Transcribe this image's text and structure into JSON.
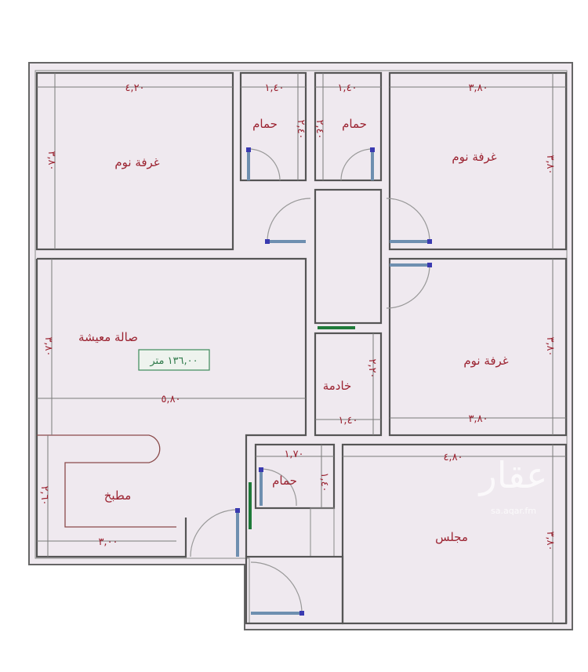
{
  "plan": {
    "total_area": "١٣٦,٠٠ متر",
    "rooms": {
      "bedroom_top_left": {
        "label": "غرفة نوم",
        "width": "٤,٢٠",
        "depth": "٣,٨٠"
      },
      "bathroom_1": {
        "label": "حمام",
        "width": "١,٤٠",
        "depth": "٢,٤٠"
      },
      "bathroom_2": {
        "label": "حمام",
        "width": "١,٤٠",
        "depth": "٢,٤٠"
      },
      "bedroom_top_right": {
        "label": "غرفة نوم",
        "width": "٣,٨٠",
        "depth": "٣,٨٠"
      },
      "living_room": {
        "label": "صالة معيشة",
        "width": "٥,٨٠",
        "depth": "٣,٨٠"
      },
      "maid_room": {
        "label": "خادمة",
        "width": "١,٤٠",
        "depth": "٢,٢٠"
      },
      "bedroom_right": {
        "label": "غرفة نوم",
        "width": "٣,٨٠",
        "depth": "٣,٨٠"
      },
      "kitchen": {
        "label": "مطبخ",
        "width": "٣,٠٠",
        "depth": "٢,٦٠"
      },
      "bathroom_3": {
        "label": "حمام",
        "width": "١,٧٠",
        "depth": "١,٤٠"
      },
      "majlis": {
        "label": "مجلس",
        "width": "٤,٨٠",
        "depth": "٣,٨٠"
      }
    }
  },
  "watermark": {
    "logo": "عقار",
    "url": "sa.aqar.fm"
  },
  "colors": {
    "floor": "#efe9ef",
    "wall": "#555555",
    "label": "#9b2230",
    "area_badge": "#3c8a5a",
    "door_leaf": "#6e8fb0"
  }
}
